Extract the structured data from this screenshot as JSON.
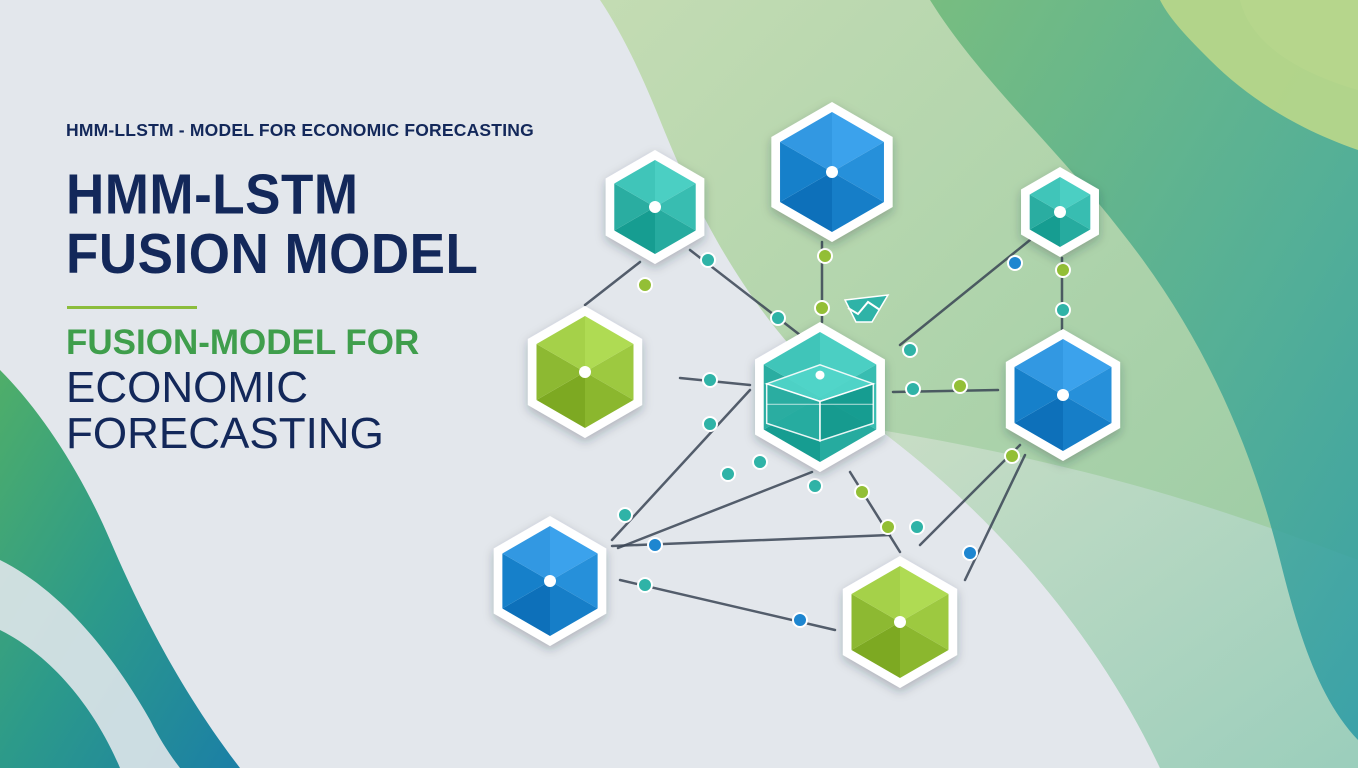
{
  "colors": {
    "background": "#e3e7ec",
    "navy": "#13285a",
    "green_text": "#3f9e4c",
    "divider": "#8cbd3c",
    "teal": "#2fb3a7",
    "blue": "#1e86d0",
    "lime": "#93bf36",
    "wave_green": "#5cad6e",
    "wave_light": "#a9cf92",
    "edge": "#3a4555"
  },
  "text": {
    "kicker": "HMM-LLSTM - MODEL FOR ECONOMIC FORECASTING",
    "title_line1": "HMM-LSTM",
    "title_line2": "FUSION MODEL",
    "subtitle_line1": "FUSION-MODEL FOR",
    "subtitle_line2": "ECONOMIC",
    "subtitle_line3": "FORECASTING"
  },
  "diagram": {
    "central_node_icon": "cube-icon",
    "small_icon": "chart-icon"
  }
}
